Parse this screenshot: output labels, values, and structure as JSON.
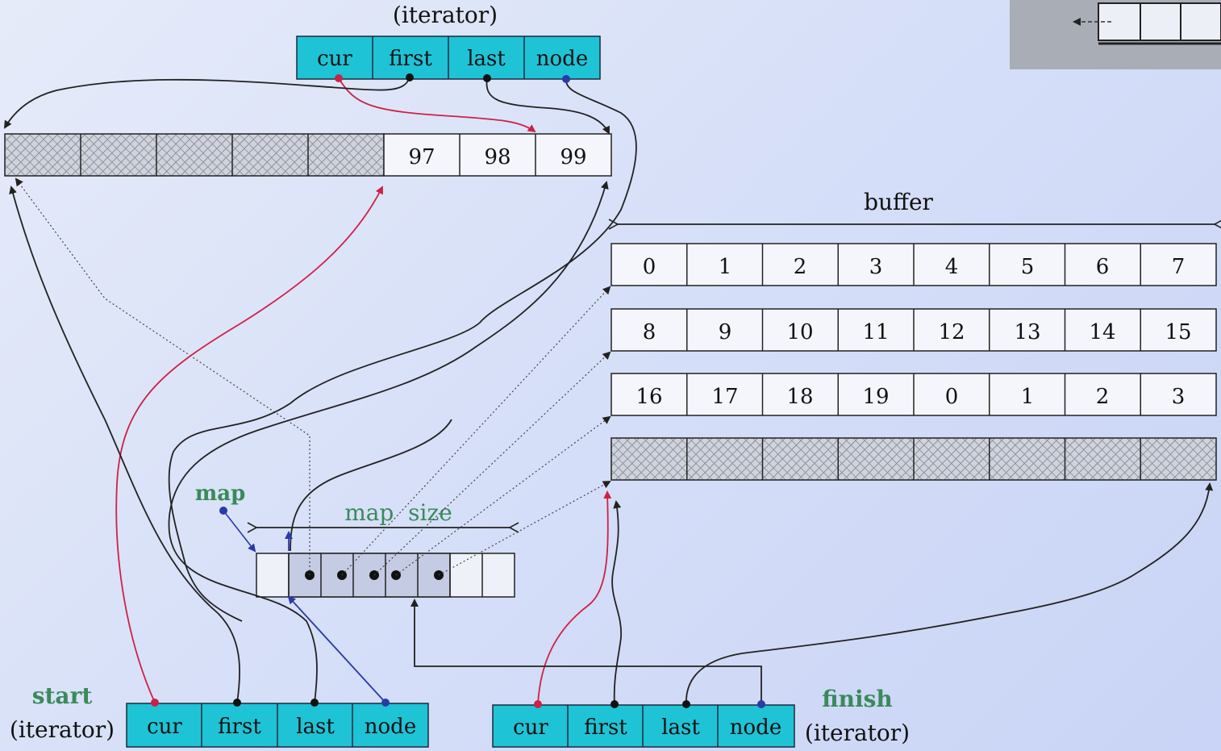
{
  "top_iterator": {
    "caption": "(iterator)",
    "fields": [
      "cur",
      "first",
      "last",
      "node"
    ]
  },
  "start_iterator": {
    "name": "start",
    "caption": "(iterator)",
    "fields": [
      "cur",
      "first",
      "last",
      "node"
    ]
  },
  "finish_iterator": {
    "name": "finish",
    "caption": "(iterator)",
    "fields": [
      "cur",
      "first",
      "last",
      "node"
    ]
  },
  "first_buffer": {
    "empty_cells": 5,
    "values": [
      "97",
      "98",
      "99"
    ]
  },
  "buffer": {
    "label": "buffer",
    "rows": [
      [
        "0",
        "1",
        "2",
        "3",
        "4",
        "5",
        "6",
        "7"
      ],
      [
        "8",
        "9",
        "10",
        "11",
        "12",
        "13",
        "14",
        "15"
      ],
      [
        "16",
        "17",
        "18",
        "19",
        "0",
        "1",
        "2",
        "3"
      ]
    ],
    "empty_row_cells": 8
  },
  "map": {
    "label": "map",
    "size_label": "map  size",
    "slots": 8
  },
  "colors": {
    "iterator_fill": "#1fc3d6",
    "red_pointer": "#cc2244",
    "blue_pointer": "#2a3aa8",
    "black_pointer": "#222222",
    "green_label": "#3a8a5a",
    "map_used": "#c4cbe2"
  }
}
